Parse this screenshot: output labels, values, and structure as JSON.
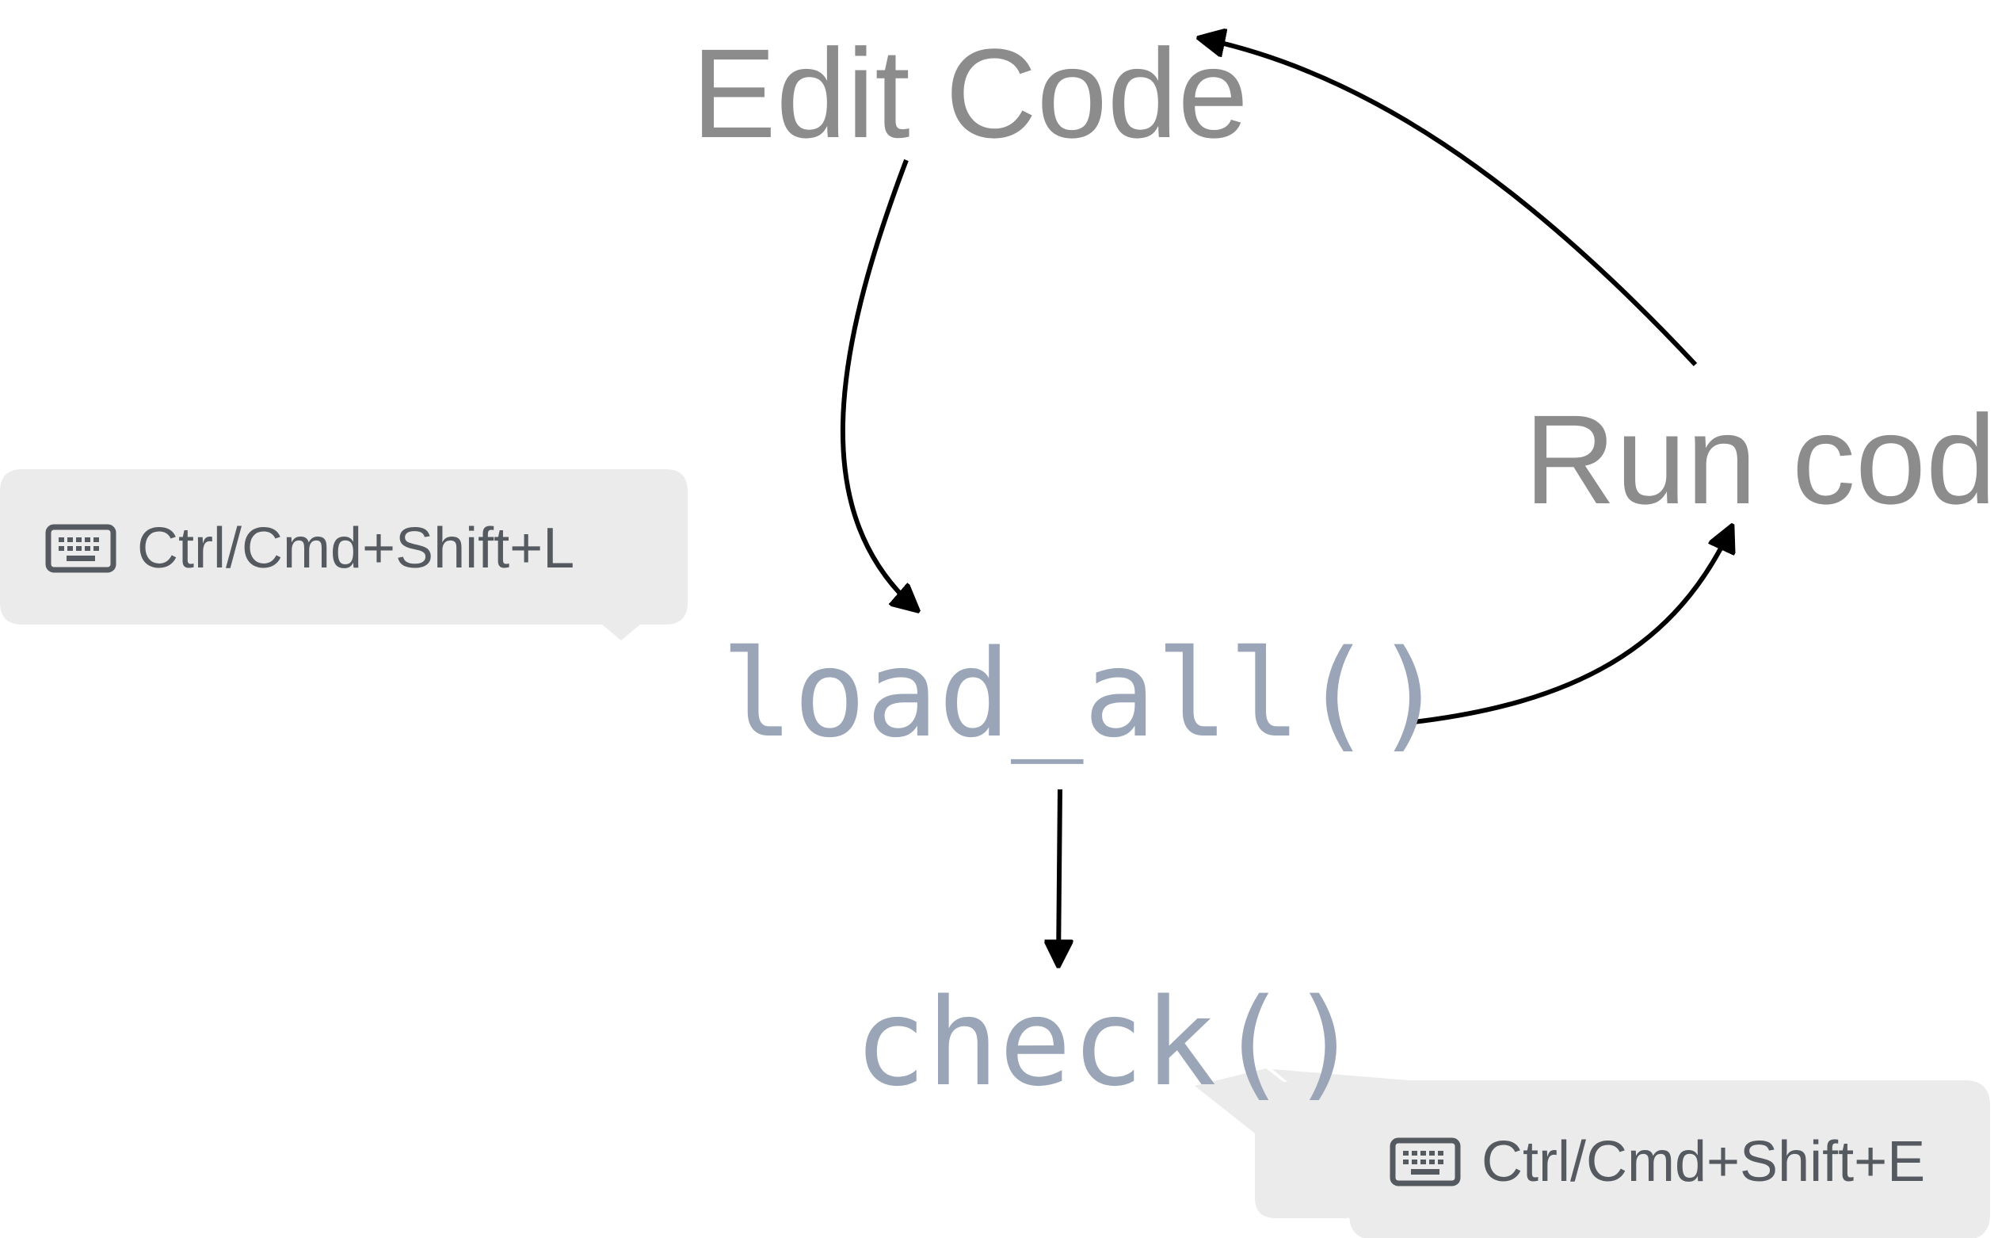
{
  "nodes": {
    "edit_code": "Edit Code",
    "run_code": "Run code",
    "load_all": "load_all()",
    "check": "check()"
  },
  "shortcuts": {
    "load_all": "Ctrl/Cmd+Shift+L",
    "check": "Ctrl/Cmd+Shift+E"
  },
  "colors": {
    "node_text": "#8c8c8c",
    "function_text": "#9aa6b8",
    "arrow": "#000000",
    "callout_bg": "#ebebeb",
    "shortcut_text": "#555a60",
    "keyboard_icon": "#555a60"
  },
  "icons": {
    "shortcut": "keyboard-icon"
  }
}
